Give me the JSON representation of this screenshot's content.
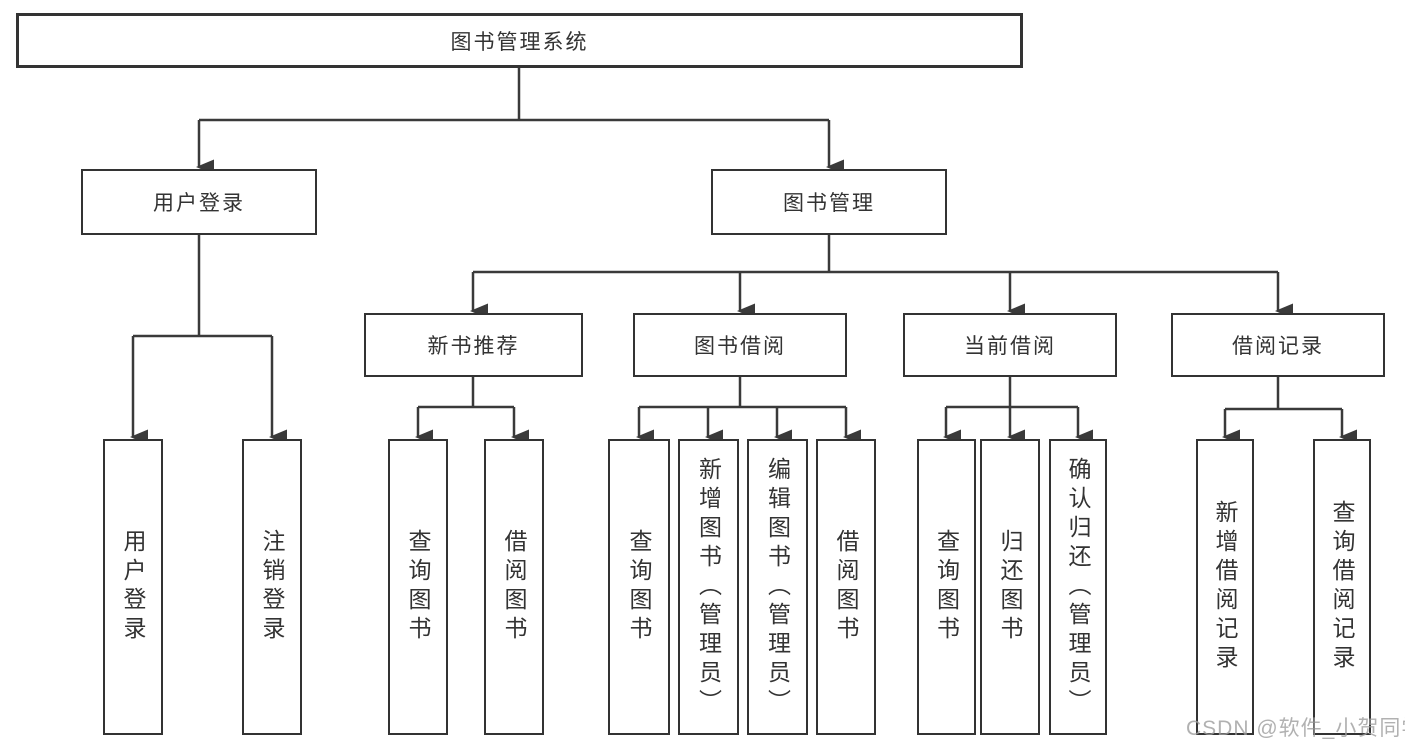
{
  "diagram": {
    "root": {
      "label": "图书管理系统"
    },
    "branches": [
      {
        "label": "用户登录",
        "children": [
          "用户登录",
          "注销登录"
        ]
      },
      {
        "label": "图书管理",
        "sections": [
          {
            "label": "新书推荐",
            "children": [
              "查询图书",
              "借阅图书"
            ]
          },
          {
            "label": "图书借阅",
            "children": [
              "查询图书",
              "新增图书（管理员）",
              "编辑图书（管理员）",
              "借阅图书"
            ]
          },
          {
            "label": "当前借阅",
            "children": [
              "查询图书",
              "归还图书",
              "确认归还（管理员）"
            ]
          },
          {
            "label": "借阅记录",
            "children": [
              "新增借阅记录",
              "查询借阅记录"
            ]
          }
        ]
      }
    ]
  },
  "watermark": "CSDN @软件_小贺同学",
  "colors": {
    "line": "#3a3a3a",
    "box_border": "#333333",
    "text": "#333333",
    "watermark": "#9e9e9e",
    "background": "#ffffff"
  }
}
